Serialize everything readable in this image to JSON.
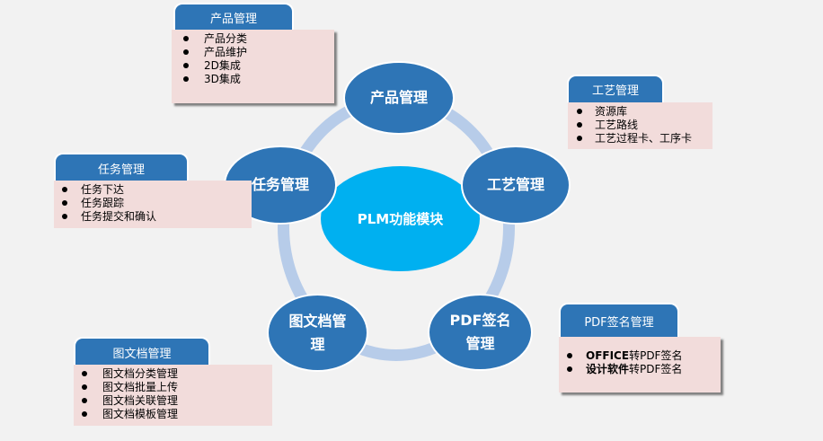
{
  "diagram": {
    "center": {
      "label": "PLM功能模块",
      "color": "#00b0f0"
    },
    "node_color": "#2e75b6",
    "ring_color": "#b7cce9",
    "nodes": [
      {
        "id": "product",
        "label": "产品管理"
      },
      {
        "id": "process",
        "label": "工艺管理"
      },
      {
        "id": "pdf",
        "label_line1": "PDF签名",
        "label_line2": "管理"
      },
      {
        "id": "docs",
        "label_line1": "图文档管",
        "label_line2": "理"
      },
      {
        "id": "task",
        "label": "任务管理"
      }
    ],
    "panels": {
      "product": {
        "title": "产品管理",
        "items": [
          "产品分类",
          "产品维护",
          "2D集成",
          "3D集成"
        ]
      },
      "process": {
        "title": "工艺管理",
        "items": [
          "资源库",
          "工艺路线",
          "工艺过程卡、工序卡"
        ]
      },
      "task": {
        "title": "任务管理",
        "items": [
          "任务下达",
          "任务跟踪",
          "任务提交和确认"
        ]
      },
      "pdf": {
        "title": "PDF签名管理",
        "items": [
          {
            "bold": "OFFICE",
            "rest": "转PDF签名"
          },
          {
            "bold": "设计软件",
            "rest": "转PDF签名"
          }
        ]
      },
      "docs": {
        "title": "图文档管理",
        "items": [
          "图文档分类管理",
          "图文档批量上传",
          "图文档关联管理",
          "图文档模板管理"
        ]
      }
    }
  }
}
